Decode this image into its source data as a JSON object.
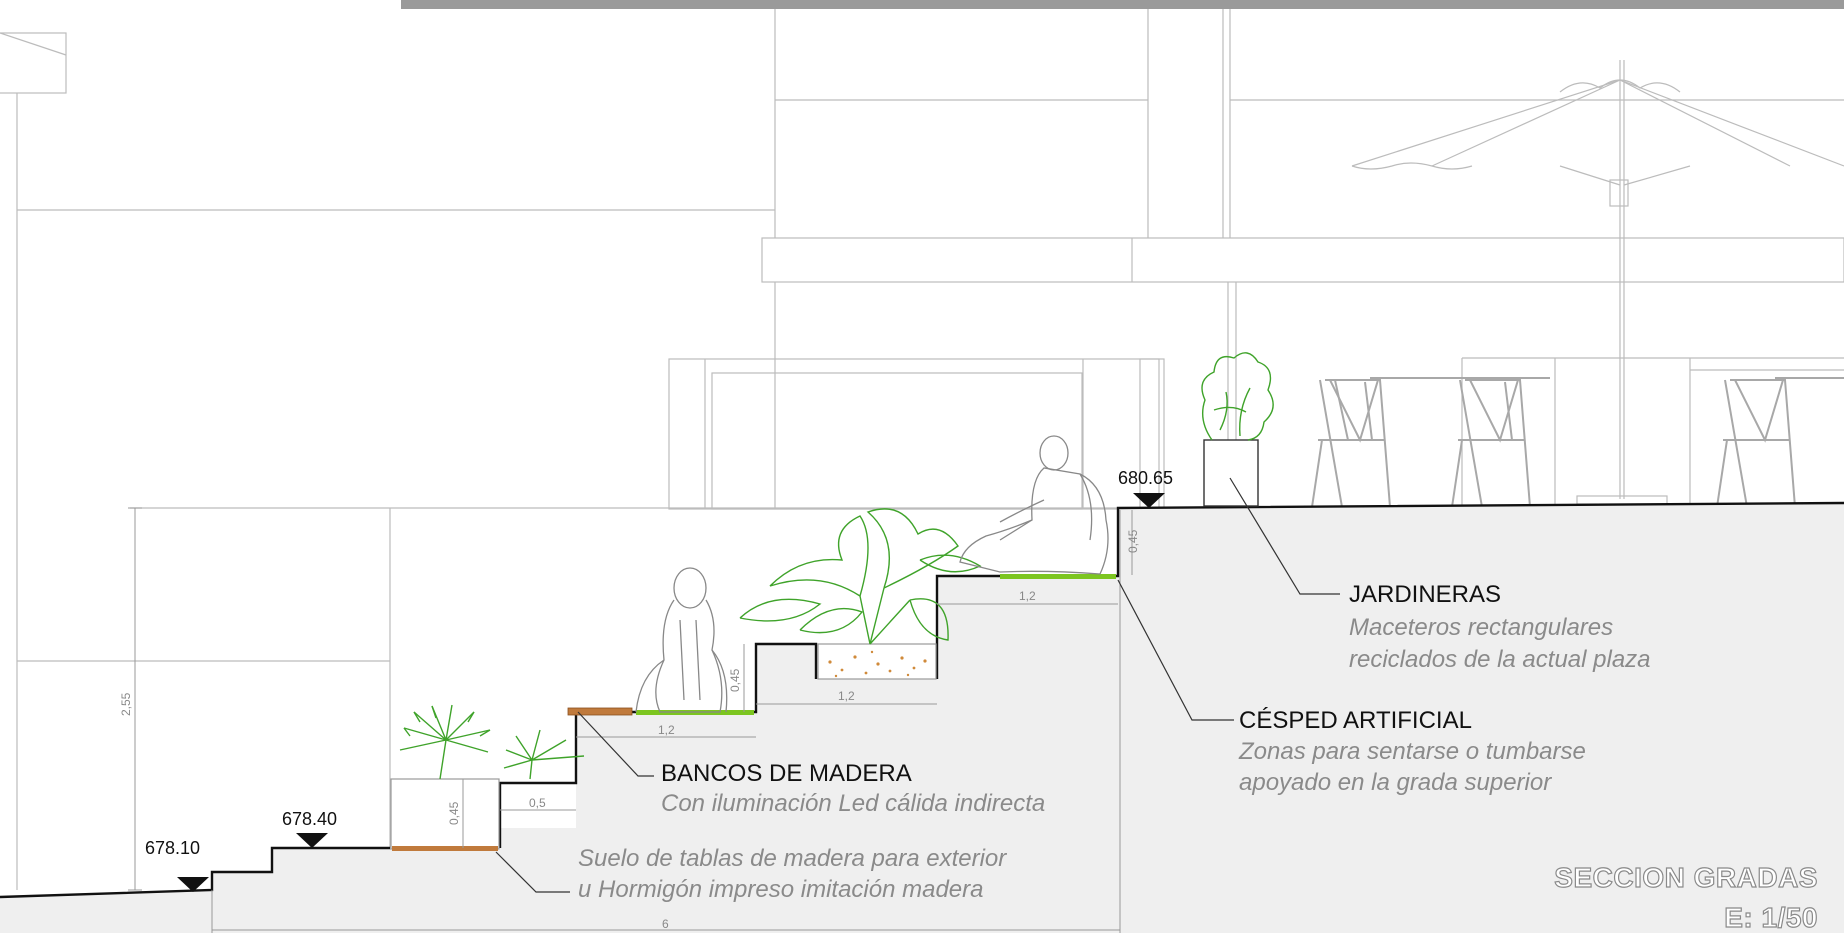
{
  "levels": [
    "678.10",
    "678.40",
    "680.65"
  ],
  "dimensions": {
    "total_height": "2,55",
    "step_height_a": "0,45",
    "step_height_b": "0,45",
    "step_height_c": "0,45",
    "planter_depth": "0,5",
    "tread_1": "1,2",
    "tread_2": "1,2",
    "tread_3": "1,2",
    "total_length": "6"
  },
  "annotations": {
    "jardineras": {
      "title": "JARDINERAS",
      "line1": "Maceteros rectangulares",
      "line2": "reciclados de la actual plaza"
    },
    "cesped": {
      "title": "CÉSPED ARTIFICIAL",
      "line1": "Zonas para sentarse o tumbarse",
      "line2": "apoyado en la grada superior"
    },
    "bancos": {
      "title": "BANCOS DE MADERA",
      "line1": "Con iluminación Led cálida indirecta"
    },
    "suelo": {
      "line1": "Suelo de tablas de madera para exterior",
      "line2": "u Hormigón impreso imitación madera"
    }
  },
  "sheet": {
    "title": "SECCION GRADAS",
    "scale": "E: 1/50"
  },
  "colors": {
    "ground_fill": "#efefef",
    "grass": "#7cc520",
    "wood": "#c07a3c",
    "plants": "#3fa32a",
    "background_lines": "#bcbcbc"
  }
}
